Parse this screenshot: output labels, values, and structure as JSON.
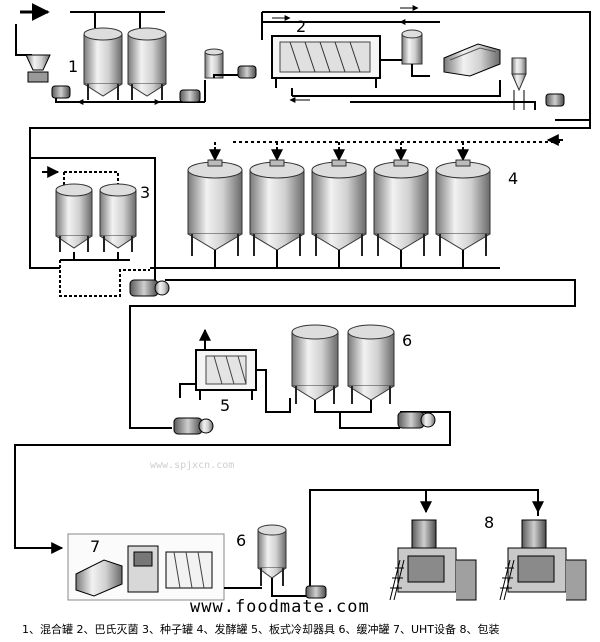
{
  "labels": {
    "n1": "1",
    "n2": "2",
    "n3": "3",
    "n4": "4",
    "n5": "5",
    "n6a": "6",
    "n6b": "6",
    "n7": "7",
    "n8": "8"
  },
  "watermark": "www.spjxcn.com",
  "website": "www.foodmate.com",
  "legend": "1、混合罐 2、巴氏灭菌 3、种子罐 4、发酵罐 5、板式冷却器具 6、缓冲罐 7、UHT设备 8、包装"
}
